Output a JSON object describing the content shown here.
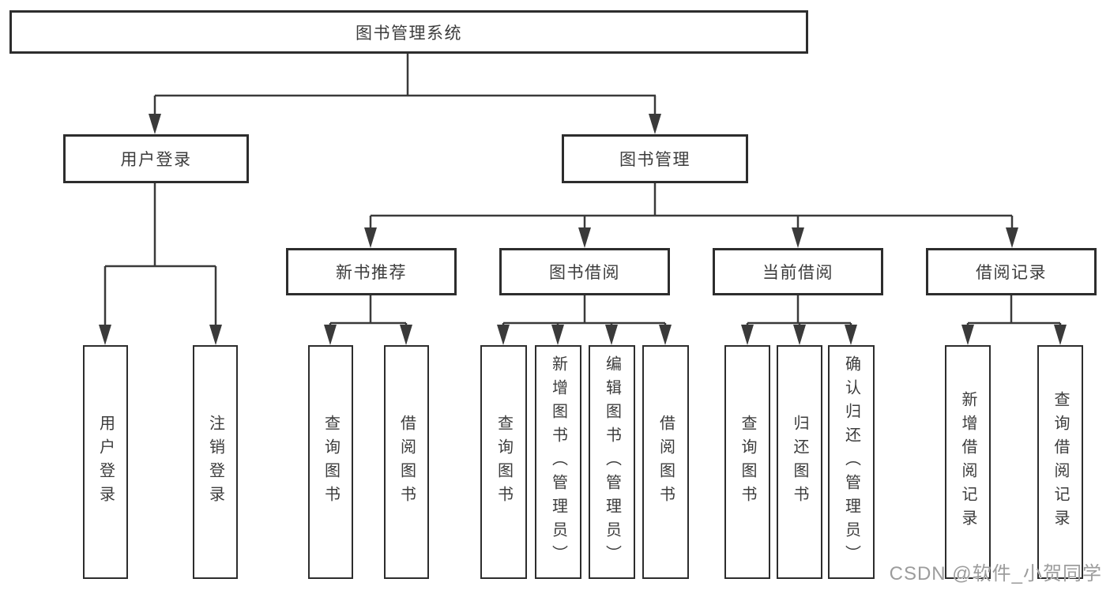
{
  "colors": {
    "line": "#3a3a3a",
    "box_border": "#2d2d2d",
    "text": "#3c3c3c",
    "watermark": "#9c9c9c",
    "background": "#ffffff"
  },
  "tree": {
    "root": "图书管理系统",
    "branches": [
      {
        "label": "用户登录",
        "leaves": [
          "用户登录",
          "注销登录"
        ]
      },
      {
        "label": "图书管理",
        "groups": [
          {
            "label": "新书推荐",
            "leaves": [
              "查询图书",
              "借阅图书"
            ]
          },
          {
            "label": "图书借阅",
            "leaves": [
              "查询图书",
              "新增图书（管理员）",
              "编辑图书（管理员）",
              "借阅图书"
            ]
          },
          {
            "label": "当前借阅",
            "leaves": [
              "查询图书",
              "归还图书",
              "确认归还（管理员）"
            ]
          },
          {
            "label": "借阅记录",
            "leaves": [
              "新增借阅记录",
              "查询借阅记录"
            ]
          }
        ]
      }
    ]
  },
  "watermark": "CSDN @软件_小贺同学"
}
